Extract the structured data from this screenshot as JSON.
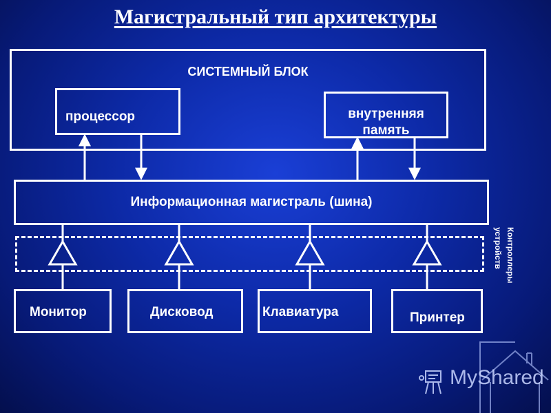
{
  "title": "Магистральный тип архитектуры",
  "system_block": {
    "label": "СИСТЕМНЫЙ БЛОК",
    "processor": "процессор",
    "memory_line1": "внутренняя",
    "memory_line2": "память"
  },
  "bus_label": "Информационная магистраль (шина)",
  "controllers_label_line1": "Контроллеры",
  "controllers_label_line2": "устройств",
  "devices": [
    "Монитор",
    "Дисковод",
    "Клавиатура",
    "Принтер"
  ],
  "watermark": "MyShared",
  "colors": {
    "background": "#0d2aa8",
    "stroke": "#ffffff"
  }
}
